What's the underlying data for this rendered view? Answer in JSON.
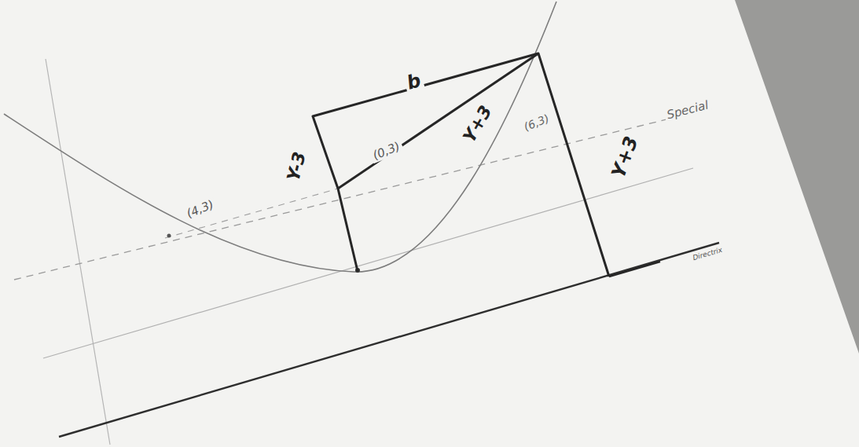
{
  "diagram": {
    "labels": [
      "b",
      "Y-3",
      "(0,3)",
      "Y+3",
      "(6,3)",
      "Special",
      "Y+3",
      "(4,3)",
      "Directrix"
    ]
  }
}
